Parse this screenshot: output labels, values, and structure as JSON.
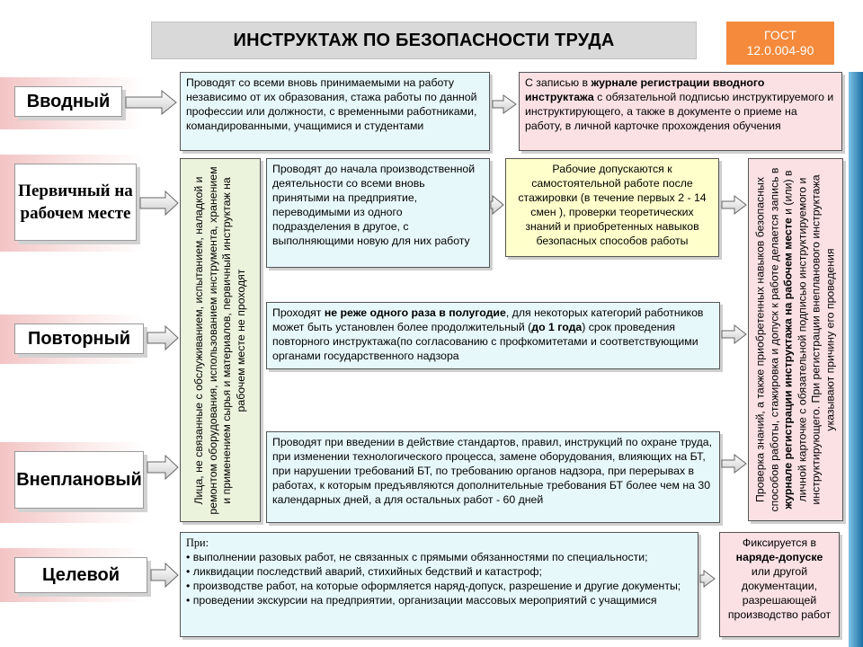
{
  "title": "ИНСТРУКТАЖ ПО БЕЗОПАСНОСТИ ТРУДА",
  "gost": {
    "line1": "ГОСТ",
    "line2": "12.0.004-90"
  },
  "types": {
    "vvodny": "Вводный",
    "pervichny": "Первичный на рабочем месте",
    "povtorny": "Повторный",
    "vneplanovy": "Внеплановый",
    "celevoy": "Целевой"
  },
  "vvodny": {
    "who": "Проводят со всеми вновь принимаемыми на работу независимо от их образования, стажа работы по данной профессии или должности, с временными работниками, командированными, учащимися и студентами",
    "record_pre": "С записью в ",
    "record_bold": "журнале регистрации вводного инструктажа",
    "record_post": " с обязательной подписью инструктируемого и инструктирующего, а также в документе о приеме на работу, в личной карточке прохождения обучения"
  },
  "exempt": "Лица, не связанные с обслуживанием, испытанием, наладкой и ремонтом оборудования, использованием инструмента, хранением и применением сырья и материалов, первичный инструктаж на рабочем месте не проходят",
  "pervichny": {
    "who": "Проводят до начала производственной деятельности со всеми вновь принятыми на предприятие, переводимыми из одного подразделения в другое, с выполняющими новую для них работу",
    "admit": "Рабочие допускаются к самостоятельной работе после стажировки (в течение первых 2 - 14 смен ), проверки теоретических знаний и приобретенных навыков безопасных способов работы"
  },
  "povtorny": {
    "t1": "Проходят ",
    "b1": "не реже одного раза в полугодие",
    "t2": ", для некоторых категорий работников может быть установлен более продолжительный (",
    "b2": "до 1 года",
    "t3": ") срок проведения повторного инструктажа(по согласованию с профкомитетами и соответствующими органами государственного надзора"
  },
  "vneplanovy": {
    "text": "Проводят при введении в действие стандартов, правил, инструкций по охране труда, при изменении технологического процесса, замене оборудования, влияющих на БТ, при нарушении требований БТ, по требованию органов надзора, при перерывах в работах, к которым предъявляются дополнительные требования БТ более чем на 30 календарных дней, а для остальных работ - 60 дней"
  },
  "verify": {
    "t1": "Проверка знаний, а также приобретенных навыков безопасных способов работы, стажировка и допуск к работе делается запись в ",
    "b1": "журнале регистрации инструктажа на рабочем месте",
    "t2": " и (или) в личной карточке с обязательной подписью инструктируемого и инструктирующего. При регистрации внепланового инструктажа указывают причину его проведения"
  },
  "celevoy": {
    "intro": "При:",
    "items": [
      "• выполнении разовых работ, не связанных с прямыми обязанностями по специальности;",
      "• ликвидации последствий аварий, стихийных бедствий и катастроф;",
      "• производстве работ, на которые оформляется наряд-допуск, разрешение и другие документы;",
      "• проведении экскурсии на предприятии, организации массовых мероприятий с учащимися"
    ],
    "record_pre": "Фиксируется в ",
    "record_bold": "наряде-допуске",
    "record_post": " или другой документации, разрешающей производство работ"
  }
}
